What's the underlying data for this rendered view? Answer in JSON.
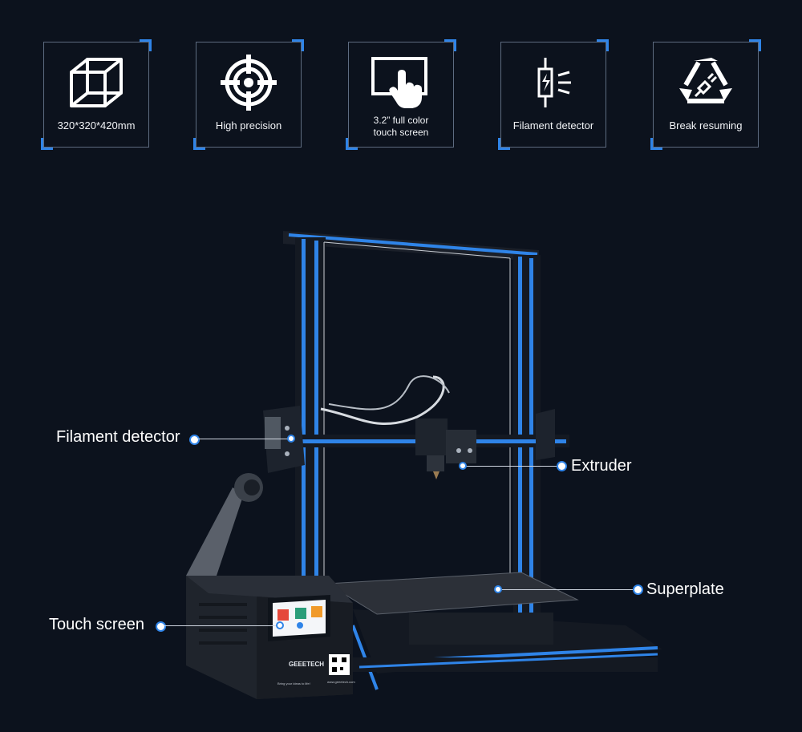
{
  "features": [
    {
      "label": "320*320*420mm",
      "icon": "cube-icon"
    },
    {
      "label": "High precision",
      "icon": "crosshair-icon"
    },
    {
      "label": "3.2” full color",
      "label2": "touch screen",
      "icon": "touch-screen-icon"
    },
    {
      "label": "Filament detector",
      "icon": "filament-sensor-icon"
    },
    {
      "label": "Break resuming",
      "icon": "recycle-power-icon"
    }
  ],
  "callouts": {
    "filament_detector": "Filament detector",
    "extruder": "Extruder",
    "superplate": "Superplate",
    "touch_screen": "Touch screen"
  },
  "printer": {
    "brand": "GEEETECH",
    "slogan": "Bring your ideas to life!",
    "url": "www.geeetech.com"
  },
  "colors": {
    "background": "#0c121d",
    "accent": "#2f84e8",
    "frame": "#1a1f29"
  }
}
